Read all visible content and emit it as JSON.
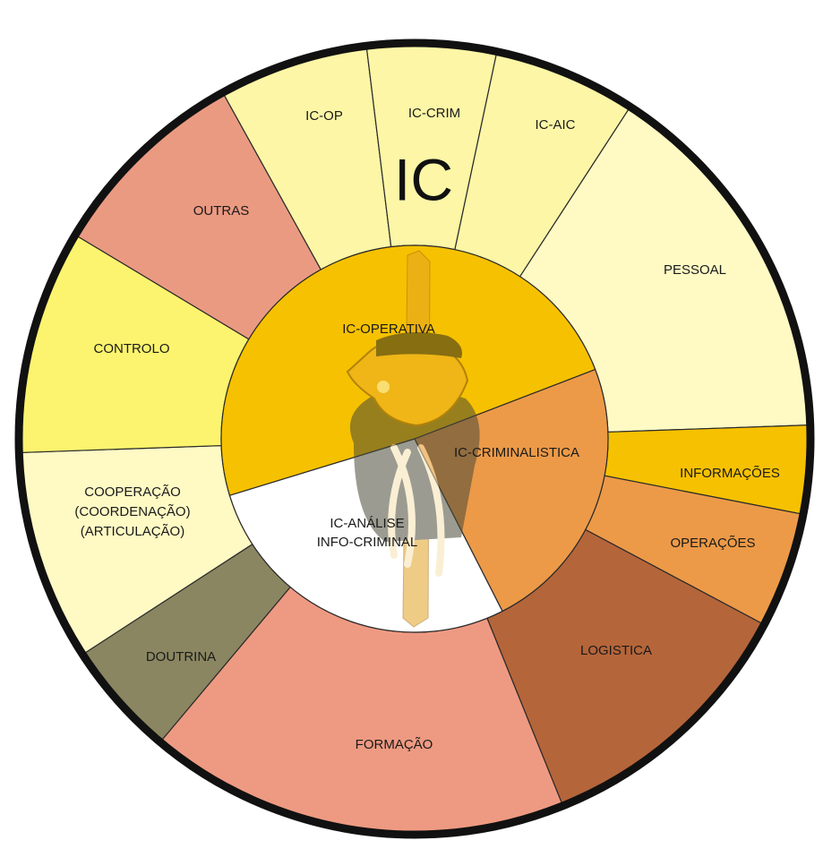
{
  "center_title": "IC",
  "outer_segments": [
    {
      "id": "ic-op",
      "label": "IC-OP",
      "color": "#fcf6a6"
    },
    {
      "id": "ic-crim",
      "label": "IC-CRIM",
      "color": "#fcf6a6"
    },
    {
      "id": "ic-aic",
      "label": "IC-AIC",
      "color": "#fcf6a6"
    },
    {
      "id": "pessoal",
      "label": "PESSOAL",
      "color": "#fffac4"
    },
    {
      "id": "informacoes",
      "label": "INFORMAÇÕES",
      "color": "#f6c100"
    },
    {
      "id": "operacoes",
      "label": "OPERAÇÕES",
      "color": "#ec9a48"
    },
    {
      "id": "logistica",
      "label": "LOGISTICA",
      "color": "#b5653a"
    },
    {
      "id": "formacao",
      "label": "FORMAÇÃO",
      "color": "#ee9a82"
    },
    {
      "id": "doutrina",
      "label": "DOUTRINA",
      "color": "#8a8661"
    },
    {
      "id": "cooperacao",
      "label": [
        "COOPERAÇÃO",
        "(COORDENAÇÃO)",
        "(ARTICULAÇÃO)"
      ],
      "color": "#fffac4"
    },
    {
      "id": "controlo",
      "label": "CONTROLO",
      "color": "#fcf46e"
    },
    {
      "id": "outras",
      "label": "OUTRAS",
      "color": "#eb9a82"
    }
  ],
  "inner_segments": [
    {
      "id": "ic-operativa",
      "label": "IC-OPERATIVA",
      "color": "#f6c100"
    },
    {
      "id": "ic-criminalistica",
      "label": "IC-CRIMINALISTICA",
      "color": "#ec9a48"
    },
    {
      "id": "ic-analise",
      "label": [
        "IC-ANÁLISE",
        "INFO-CRIMINAL"
      ],
      "color": "#ffffff"
    }
  ],
  "colors": {
    "ring": "#111111",
    "emblem_dark": "#3a3a2a",
    "emblem_gold": "#f2b01c"
  },
  "emblem": "eagle-sword-emblem"
}
